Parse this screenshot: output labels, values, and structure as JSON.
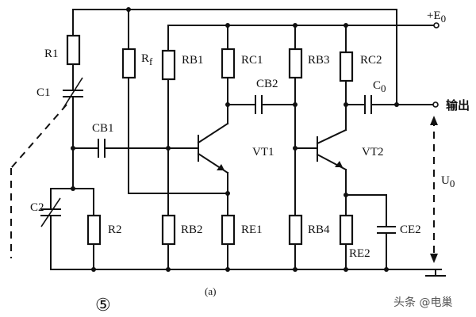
{
  "labels": {
    "supply": "+E",
    "supply_sub": "0",
    "r1": "R1",
    "c1": "C1",
    "cb1": "CB1",
    "c2": "C2",
    "r2": "R2",
    "rf": "R",
    "rf_sub": "f",
    "rb1": "RB1",
    "rc1": "RC1",
    "cb2": "CB2",
    "vt1": "VT1",
    "rb2": "RB2",
    "re1": "RE1",
    "rb3": "RB3",
    "rc2": "RC2",
    "co": "C",
    "co_sub": "0",
    "output": "输出",
    "vt2": "VT2",
    "rb4": "RB4",
    "ce2": "CE2",
    "re2": "RE2",
    "uo": "U",
    "uo_sub": "0",
    "caption": "(a)",
    "figure_number": "⑤",
    "watermark": "头条 @电巢"
  }
}
